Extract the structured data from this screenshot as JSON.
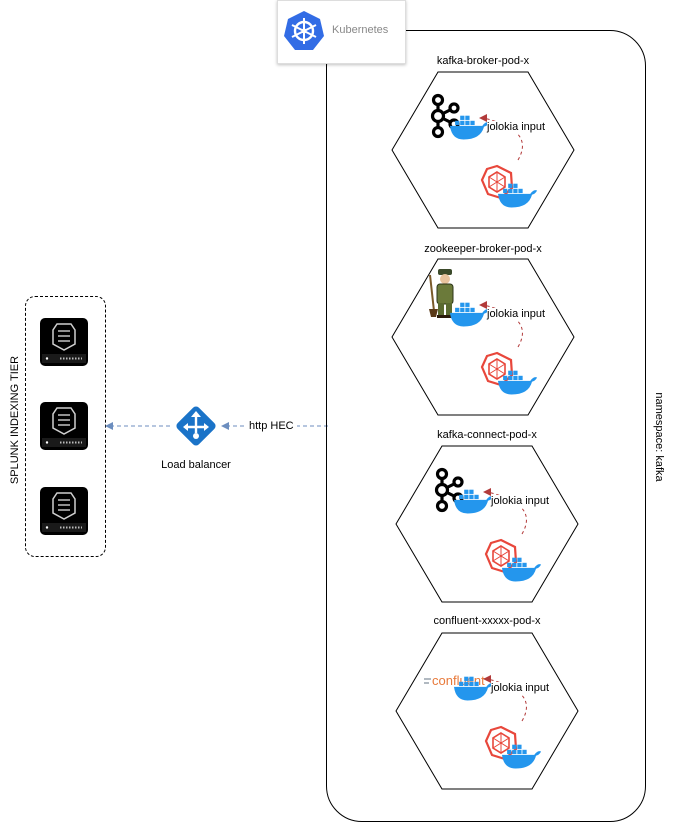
{
  "kubernetes_badge": {
    "label": "Kubernetes",
    "icon": "kubernetes-helm-icon",
    "color": "#326ce5"
  },
  "namespace_label": "namespace: kafka",
  "indexing_tier": {
    "label": "SPLUNK INDEXING TIER",
    "server_count": 3,
    "icon": "splunk-indexer-server-icon"
  },
  "load_balancer": {
    "label": "Load balancer",
    "icon": "load-balancer-icon",
    "color": "#1a73c8"
  },
  "connection_label": "http HEC",
  "pods": [
    {
      "title": "kafka-broker-pod-x",
      "app_icon": "kafka-logo-icon",
      "input_label": "jolokia input"
    },
    {
      "title": "zookeeper-broker-pod-x",
      "app_icon": "zookeeper-keeper-icon",
      "input_label": "jolokia input"
    },
    {
      "title": "kafka-connect-pod-x",
      "app_icon": "kafka-logo-icon",
      "input_label": "jolokia input"
    },
    {
      "title": "confluent-xxxxx-pod-x",
      "app_icon": "confluent-logo-icon",
      "app_text": "confluent",
      "input_label": "jolokia input"
    }
  ],
  "colors": {
    "docker": "#2496ed",
    "telegraf": "#e8473b",
    "link_red": "#b23a3a",
    "link_blue": "#6c8ebf"
  }
}
